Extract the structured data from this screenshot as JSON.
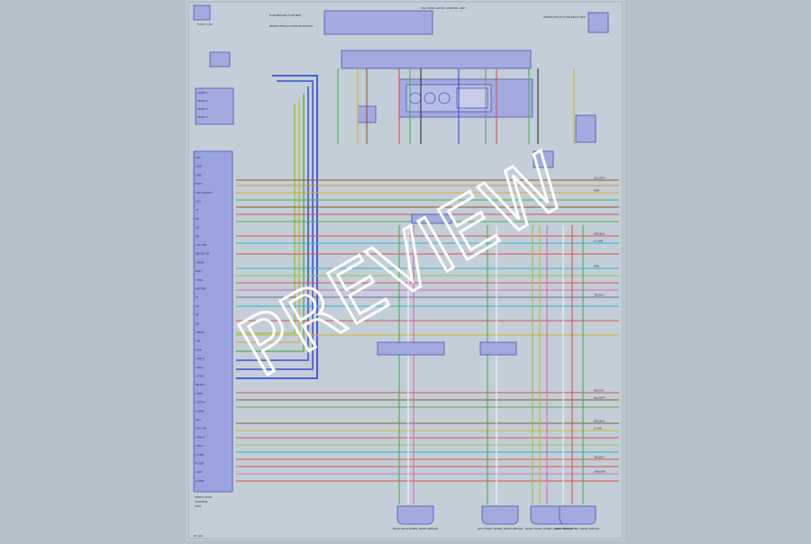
{
  "watermark": {
    "text": "PREVIEW"
  },
  "page_number": "RF-GN",
  "left_block": {
    "title": "VEHICLE STABILITY ASSIST (VSA) MODULATOR-CONTROL UNIT",
    "pins": [
      "IGN",
      "GND",
      "GND",
      "BATT",
      "VSA ON/OFF",
      "SCS",
      "LF",
      "RF",
      "LR",
      "RR",
      "VSA IND",
      "BRAKE SW",
      "SPEED",
      "BATT",
      "TPMS",
      "MOTOR",
      "LF",
      "LR",
      "RF",
      "RR",
      "PRESS",
      "SOL",
      "GND",
      "CAN-H",
      "CAN-L",
      "LR-WS",
      "RR-WS",
      "TPMS",
      "SUPPLY",
      "K-LINE",
      "DLC",
      "VSA SW",
      "CAN-H",
      "CAN-L",
      "F-SEN",
      "R-SEN",
      "IGN2",
      "G SEN"
    ]
  },
  "wire_colors": {
    "blue": "#3d4fd1",
    "green": "#4caf50",
    "red": "#d9534f",
    "yellow": "#c9b52e",
    "brown": "#8b5a2b",
    "cyan": "#27b6c9",
    "pink": "#d46bb0",
    "orange": "#e08a2e",
    "black": "#333333",
    "white": "#f2f2f2",
    "gray": "#7e8a93",
    "light_green": "#8cc63f",
    "purple": "#7b5ea7"
  },
  "top_components": [
    "FUSE 3 (IG)",
    "DASHBOARD FUSE BOX",
    "BRAKE PEDAL POSITION SWITCH",
    "VSA MODULATOR-CONTROL UNIT",
    "UNDER-HOOD FUSE/RELAY BOX"
  ],
  "bottom_sensors": [
    "RIGHT REAR WHEEL SPEED SENSOR",
    "LEFT FRONT WHEEL SPEED SENSOR",
    "RIGHT FRONT WHEEL SPEED SENSOR",
    "LEFT REAR WHEEL SPEED SENSOR"
  ],
  "right_labels": [
    "BLU/WHT",
    "GRN",
    "RED/BLK",
    "LT GRN",
    "BRN",
    "YEL/BLU",
    "RED/YEL",
    "BLU/WHT",
    "RED/BLK",
    "LT BLU",
    "YEL/BLU",
    "GRN/WHT"
  ]
}
